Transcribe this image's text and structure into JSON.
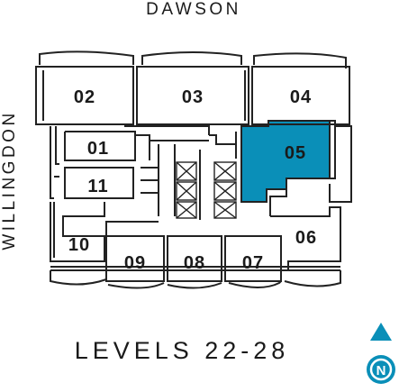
{
  "plan": {
    "street_top": "DAWSON",
    "street_left": "WILLINGDON",
    "title": "LEVELS 22-28",
    "compass_letter": "N",
    "colors": {
      "highlight": "#0a8fb8",
      "line": "#222222",
      "compass": "#0a8fb8"
    },
    "units": [
      {
        "id": "02",
        "label": "02",
        "highlighted": false
      },
      {
        "id": "03",
        "label": "03",
        "highlighted": false
      },
      {
        "id": "04",
        "label": "04",
        "highlighted": false
      },
      {
        "id": "01",
        "label": "01",
        "highlighted": false
      },
      {
        "id": "05",
        "label": "05",
        "highlighted": true
      },
      {
        "id": "11",
        "label": "11",
        "highlighted": false
      },
      {
        "id": "06",
        "label": "06",
        "highlighted": false
      },
      {
        "id": "10",
        "label": "10",
        "highlighted": false
      },
      {
        "id": "09",
        "label": "09",
        "highlighted": false
      },
      {
        "id": "08",
        "label": "08",
        "highlighted": false
      },
      {
        "id": "07",
        "label": "07",
        "highlighted": false
      }
    ]
  }
}
